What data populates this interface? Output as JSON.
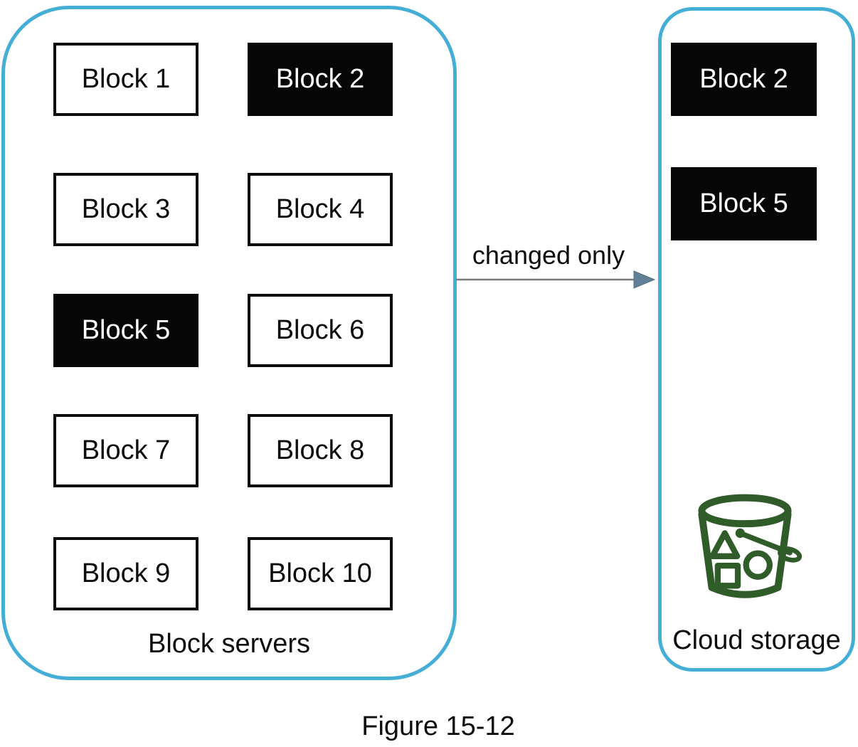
{
  "figure": {
    "caption": "Figure 15-12"
  },
  "block_servers": {
    "label": "Block servers",
    "blocks": [
      {
        "label": "Block 1",
        "changed": false
      },
      {
        "label": "Block 2",
        "changed": true
      },
      {
        "label": "Block 3",
        "changed": false
      },
      {
        "label": "Block 4",
        "changed": false
      },
      {
        "label": "Block 5",
        "changed": true
      },
      {
        "label": "Block 6",
        "changed": false
      },
      {
        "label": "Block 7",
        "changed": false
      },
      {
        "label": "Block 8",
        "changed": false
      },
      {
        "label": "Block 9",
        "changed": false
      },
      {
        "label": "Block 10",
        "changed": false
      }
    ]
  },
  "arrow": {
    "label": "changed only"
  },
  "cloud_storage": {
    "label": "Cloud storage",
    "icon": "s3-bucket-icon",
    "blocks": [
      {
        "label": "Block 2",
        "changed": true
      },
      {
        "label": "Block 5",
        "changed": true
      }
    ]
  },
  "colors": {
    "container_border": "#45aed6",
    "block_border": "#0c0c0c",
    "block_fill_changed": "#060606",
    "block_text_changed": "#ffffff",
    "bucket_green": "#2f5c28",
    "arrow_line": "#7a7a7a",
    "arrow_head": "#5f8096"
  }
}
